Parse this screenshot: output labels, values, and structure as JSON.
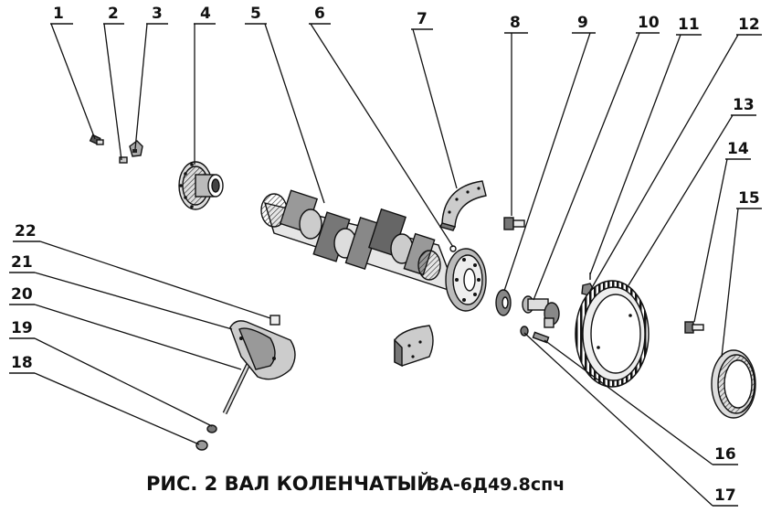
{
  "caption": {
    "title": "РИС. 2 ВАЛ КОЛЕНЧАТЫЙ",
    "model": "3А-6Д49.8спч"
  },
  "callouts": [
    {
      "id": "1",
      "label": "1"
    },
    {
      "id": "2",
      "label": "2"
    },
    {
      "id": "3",
      "label": "3"
    },
    {
      "id": "4",
      "label": "4"
    },
    {
      "id": "5",
      "label": "5"
    },
    {
      "id": "6",
      "label": "6"
    },
    {
      "id": "7",
      "label": "7"
    },
    {
      "id": "8",
      "label": "8"
    },
    {
      "id": "9",
      "label": "9"
    },
    {
      "id": "10",
      "label": "10"
    },
    {
      "id": "11",
      "label": "11"
    },
    {
      "id": "12",
      "label": "12"
    },
    {
      "id": "13",
      "label": "13"
    },
    {
      "id": "14",
      "label": "14"
    },
    {
      "id": "15",
      "label": "15"
    },
    {
      "id": "16",
      "label": "16"
    },
    {
      "id": "17",
      "label": "17"
    },
    {
      "id": "18",
      "label": "18"
    },
    {
      "id": "19",
      "label": "19"
    },
    {
      "id": "20",
      "label": "20"
    },
    {
      "id": "21",
      "label": "21"
    },
    {
      "id": "22",
      "label": "22"
    }
  ]
}
